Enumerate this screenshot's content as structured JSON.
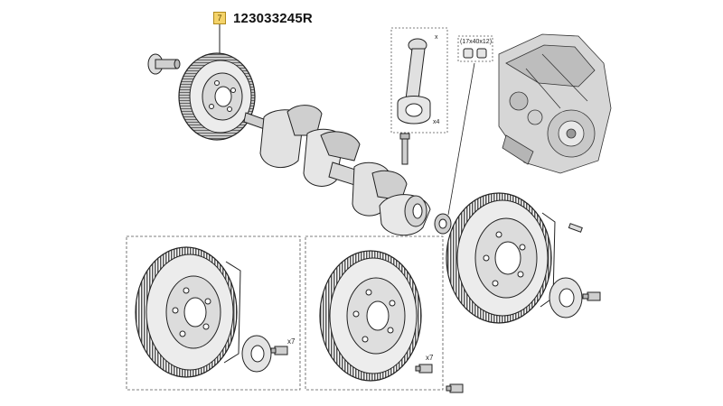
{
  "header": {
    "callout_number": "7",
    "part_number": "123033245R"
  },
  "labels": {
    "bearing_size": "(17x40x12)",
    "rod_qty": "x4",
    "rod_x": "x",
    "bolt_qty_left": "x7",
    "bolt_qty_mid": "x7"
  },
  "colors": {
    "highlight": "#f4d36a",
    "line": "#222222"
  }
}
